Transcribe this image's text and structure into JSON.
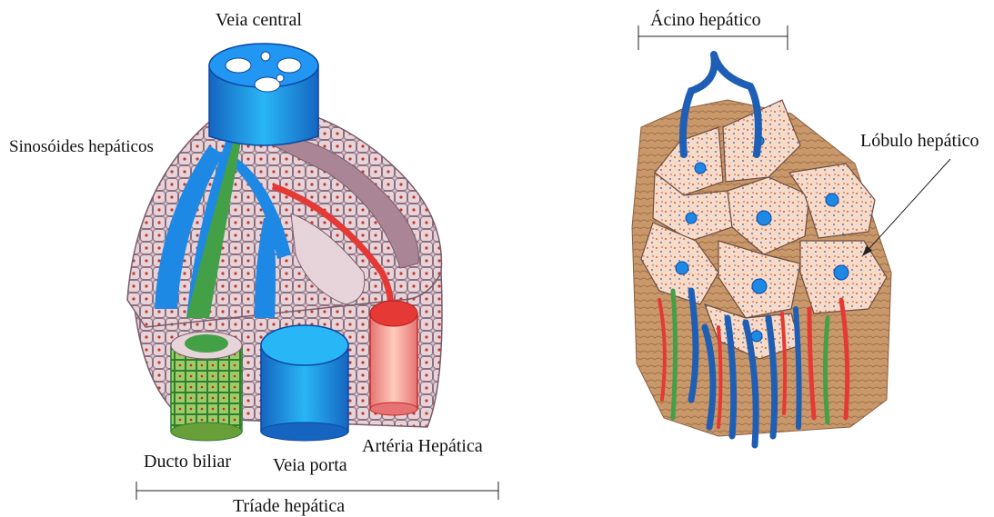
{
  "left_panel": {
    "labels": {
      "central_vein": "Veia central",
      "sinusoids": "Sinosóides hepáticos",
      "bile_duct": "Ducto biliar",
      "portal_vein": "Veia porta",
      "hepatic_artery": "Artéria Hepática",
      "triad": "Tríade hepática"
    }
  },
  "right_panel": {
    "labels": {
      "acinus": "Ácino hepático",
      "lobule": "Lóbulo hepático"
    }
  },
  "colors": {
    "vein_blue": "#1e88e5",
    "vein_dark": "#0d47a1",
    "artery_red": "#e53935",
    "artery_light": "#f4a582",
    "bile_green": "#43a047",
    "bile_light": "#8bc34a",
    "hepatocyte_pink": "#d8c3cb",
    "hepatocyte_border": "#8d6e7d",
    "tissue_tan": "#c9986a",
    "lobule_fill": "#f6dcc8"
  }
}
